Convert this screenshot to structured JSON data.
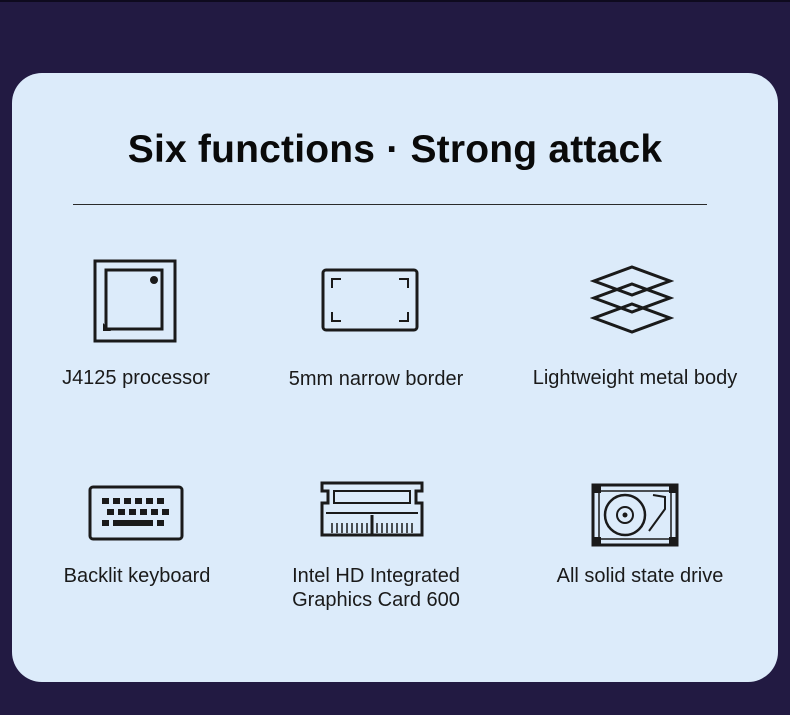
{
  "title": "Six functions · Strong attack",
  "colors": {
    "background": "#221a42",
    "card": "#dcebfa",
    "text": "#1a1a1a"
  },
  "features": [
    {
      "label": "J4125 processor",
      "icon": "processor-chip-icon"
    },
    {
      "label": "5mm narrow border",
      "icon": "narrow-border-screen-icon"
    },
    {
      "label": "Lightweight metal body",
      "icon": "stacked-layers-icon"
    },
    {
      "label": "Backlit keyboard",
      "icon": "keyboard-icon"
    },
    {
      "label_line1": "Intel HD Integrated",
      "label_line2": "Graphics Card 600",
      "icon": "graphics-card-icon"
    },
    {
      "label": "All solid state drive",
      "icon": "hard-drive-icon"
    }
  ]
}
